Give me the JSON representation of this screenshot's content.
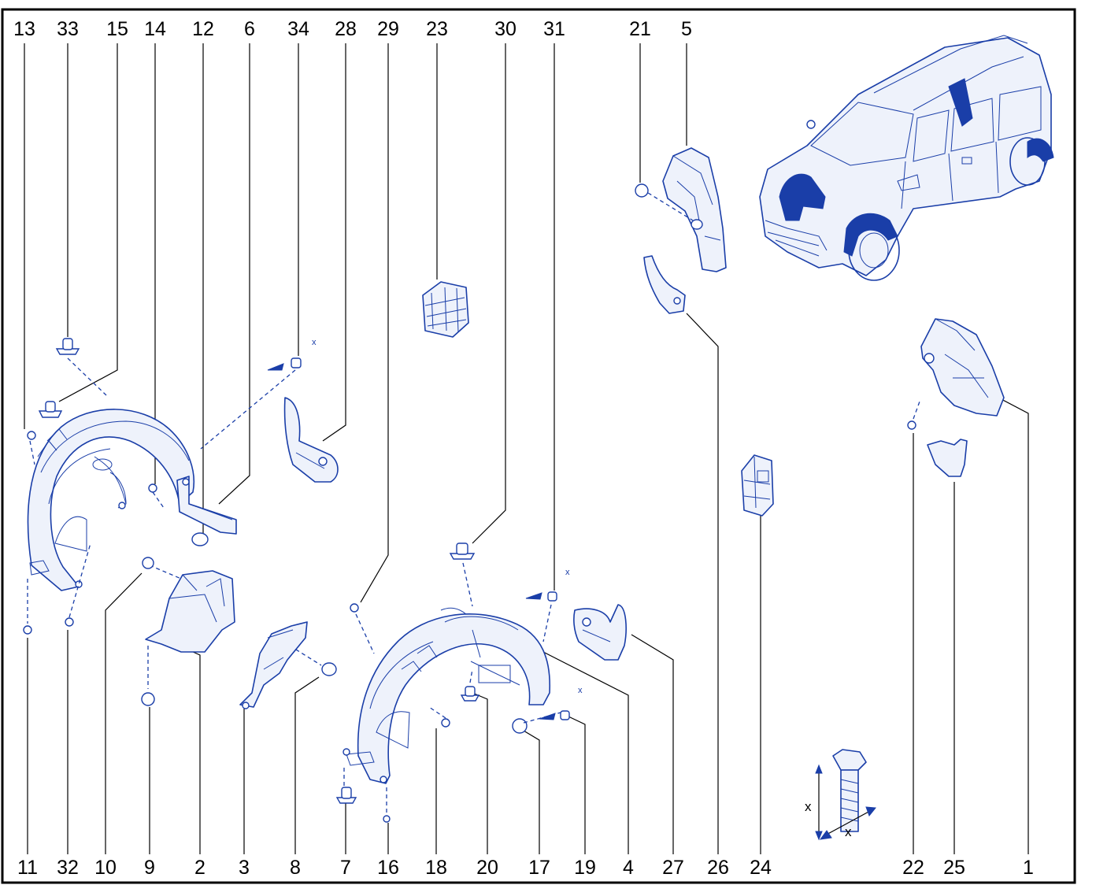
{
  "diagram": {
    "top_labels": [
      "13",
      "33",
      "15",
      "14",
      "12",
      "6",
      "34",
      "28",
      "29",
      "23",
      "30",
      "31",
      "21",
      "5"
    ],
    "bottom_labels": [
      "11",
      "32",
      "10",
      "9",
      "2",
      "3",
      "8",
      "7",
      "16",
      "18",
      "20",
      "17",
      "19",
      "4",
      "27",
      "26",
      "24",
      "22",
      "25",
      "1"
    ],
    "bolt_dimension_label": "x",
    "fastener_dimension_label": "x"
  }
}
